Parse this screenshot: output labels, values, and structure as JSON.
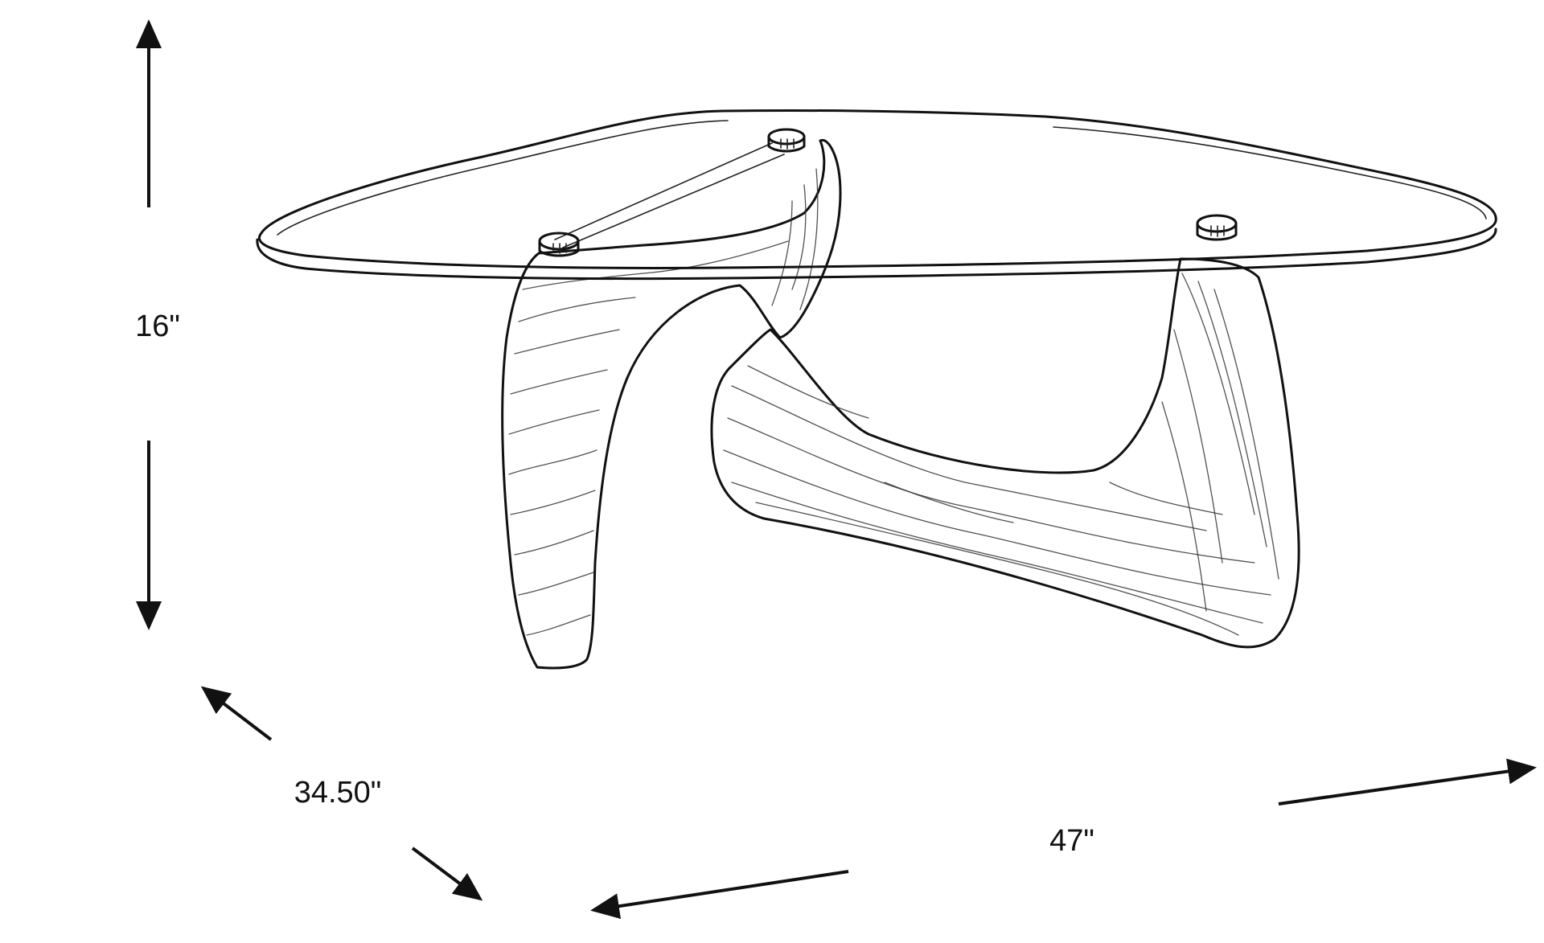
{
  "dimensions": {
    "height": "16\"",
    "depth": "34.50\"",
    "width": "47\""
  },
  "colors": {
    "line": "#111111",
    "background": "#ffffff"
  }
}
